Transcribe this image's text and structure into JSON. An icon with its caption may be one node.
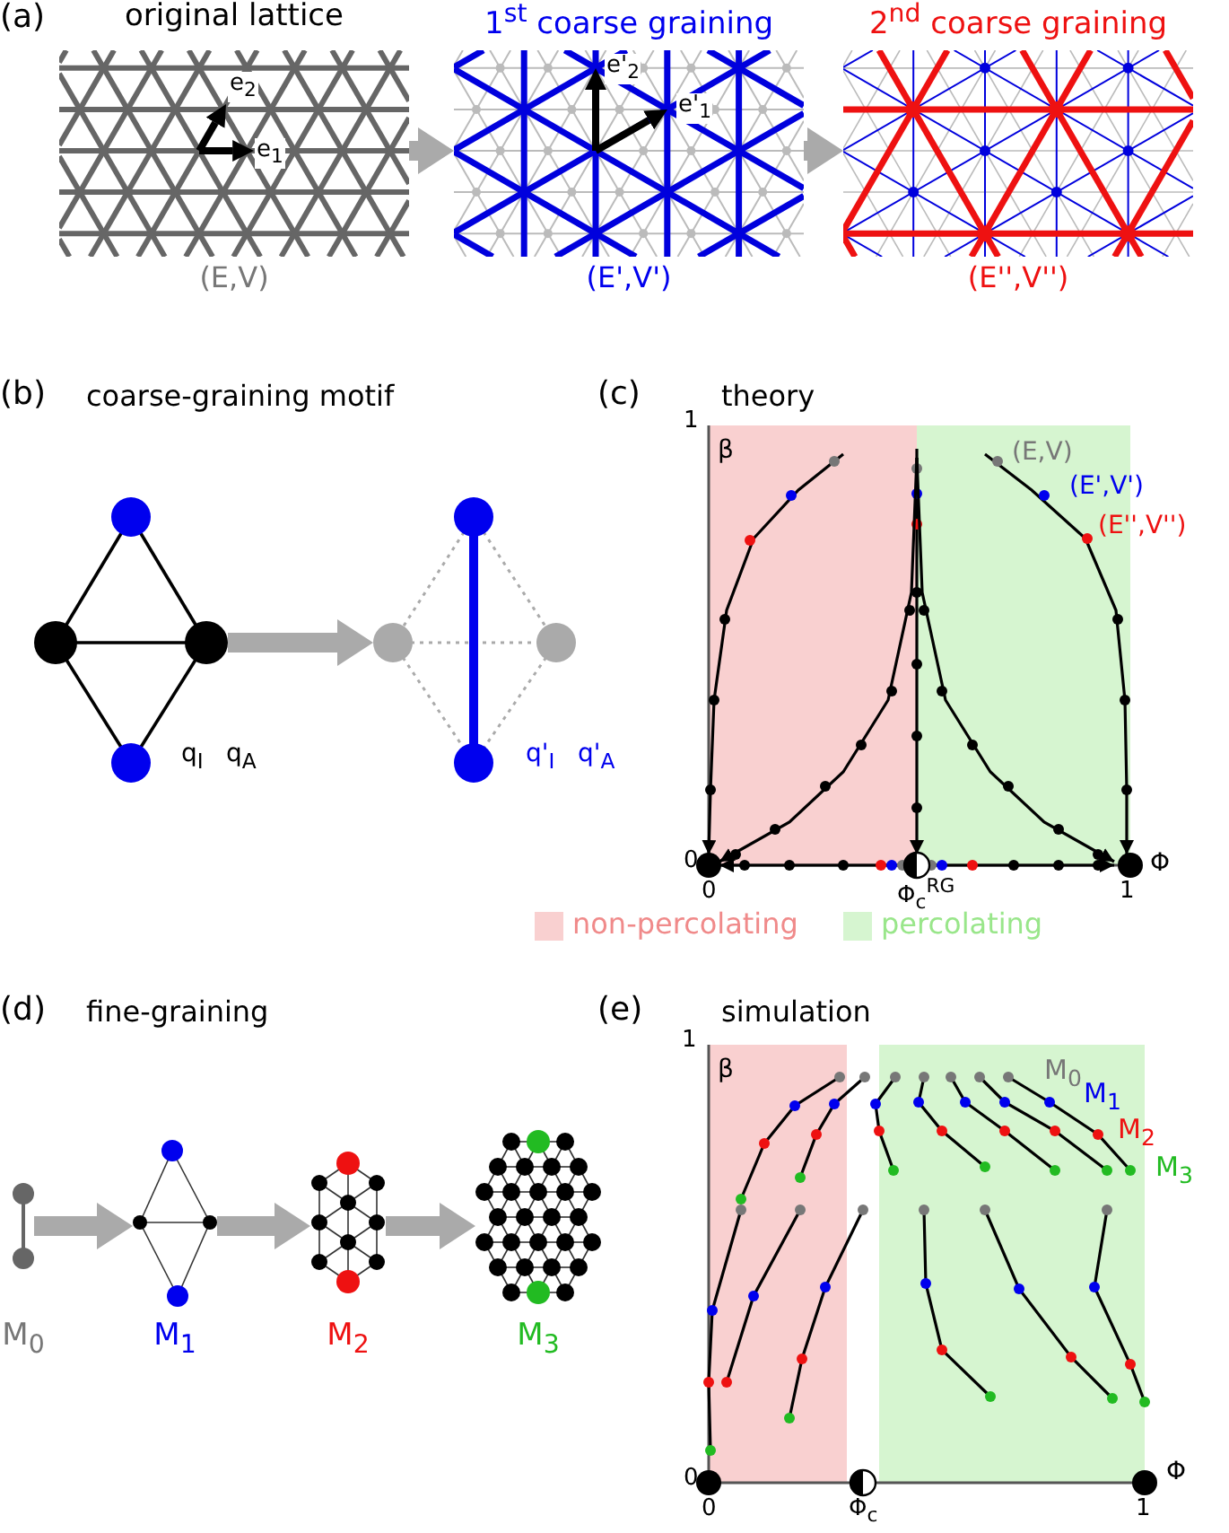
{
  "diagram": {
    "nodes": [
      {
        "text": [
          "original lattice",
          "(E,V)"
        ]
      },
      {
        "text": [
          "1$^{st}$ coarse graining",
          "(E',V')"
        ]
      },
      {
        "text": [
          "2$^{nd}$ coarse graining",
          "(E'',V'')"
        ]
      },
      {
        "text": [],
        "shape": "graph"
      },
      {
        "text": [],
        "shape": "graph"
      },
      {
        "text": [],
        "shape": "graph",
        "beside": [
          "M$_{0}$"
        ]
      },
      {
        "text": [],
        "shape": "graph",
        "beside": [
          "M$_{1}$"
        ]
      },
      {
        "text": [],
        "shape": "graph",
        "beside": [
          "M$_{2}$"
        ]
      },
      {
        "text": [],
        "shape": "graph",
        "beside": [
          "M$_{3}$"
        ]
      }
    ],
    "edges": [
      {
        "from": 0,
        "to": 1,
        "arrow": "to"
      },
      {
        "from": 1,
        "to": 2,
        "arrow": "to"
      },
      {
        "from": 3,
        "to": 4,
        "arrow": "to"
      },
      {
        "from": 5,
        "to": 6,
        "arrow": "to"
      },
      {
        "from": 6,
        "to": 7,
        "arrow": "to"
      },
      {
        "from": 7,
        "to": 8,
        "arrow": "to"
      }
    ],
    "labels": [
      "(a)",
      "e$_{2}$",
      "e$_{1}$",
      "e'$_{2}$",
      "e'$_{1}$",
      "(b)",
      "coarse-graining motif",
      "q$_{I}$",
      "q$_{A}$",
      "q'$_{I}$",
      "q'$_{A}$",
      "(c)",
      "theory",
      "1",
      "β",
      "0",
      "Φ",
      "0",
      "Φ$_{c}$$^{RG}$",
      "1",
      "(E,V)",
      "(E',V')",
      "(E'',V'')",
      "(d)",
      "fine-graining",
      "(e)",
      "simulation",
      "1",
      "β",
      "0",
      "Φ",
      "0",
      "Φ$_{c}$",
      "1",
      "M$_{0}$",
      "M$_{1}$",
      "M$_{2}$",
      "M$_{3}$"
    ],
    "legend": [
      {
        "text": "non-percolating",
        "color": "#f9d0d0"
      },
      {
        "text": "percolating",
        "color": "#d6f5d0"
      }
    ]
  }
}
